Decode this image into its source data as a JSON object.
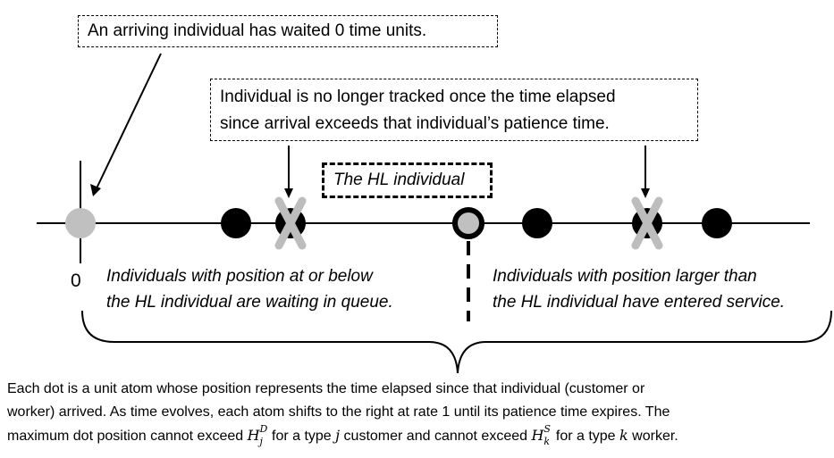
{
  "callouts": {
    "arrival": "An arriving individual has waited 0 time units.",
    "patience_line1": "Individual is no longer tracked once the time elapsed",
    "patience_line2": "since arrival exceeds that individual’s patience time.",
    "hl": "The HL individual"
  },
  "notes": {
    "queue_line1": "Individuals with position at or below",
    "queue_line2": "the HL individual are waiting in queue.",
    "service_line1": "Individuals with position larger than",
    "service_line2": "the HL individual have entered service."
  },
  "axis": {
    "zero_label": "0"
  },
  "caption": {
    "line1": "Each dot is a unit atom whose position represents the time elapsed since that individual (customer or",
    "line2": "worker) arrived.  As time evolves, each atom shifts to the right at rate 1 until its patience time expires. The",
    "line3_a": "maximum dot position cannot exceed ",
    "sym_d_base": "H",
    "sym_d_sup": "D",
    "sym_d_sub": "j",
    "line3_b": " for a type ",
    "sym_j": "j",
    "line3_c": " customer and cannot exceed ",
    "sym_s_base": "H",
    "sym_s_sup": "S",
    "sym_s_sub": "k",
    "line3_d": " for a type ",
    "sym_k": "k",
    "line3_e": " worker."
  },
  "colors": {
    "dot": "#000000",
    "arriving_dot": "#c0c0c0",
    "cross": "#bdbdbd",
    "hl_ring": "#000000",
    "hl_fill": "#c0c0c0"
  }
}
